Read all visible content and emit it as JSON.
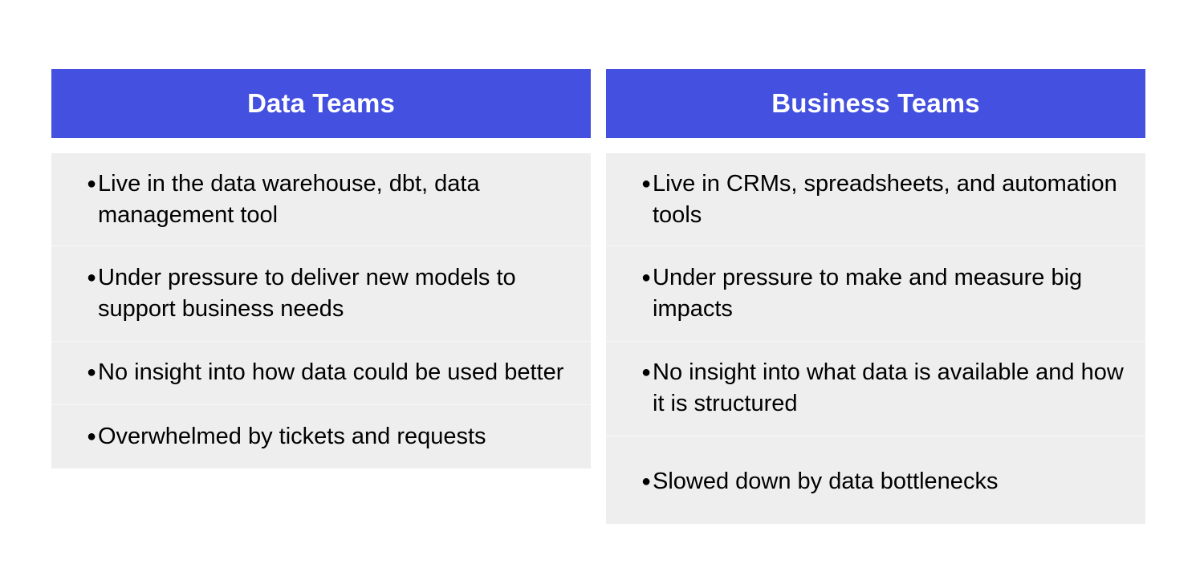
{
  "slide": {
    "background_color": "#ffffff",
    "bullet_glyph": "●"
  },
  "theme": {
    "header_background": "#4350e0",
    "header_text_color": "#ffffff",
    "body_background": "#eeeeee",
    "body_text_color": "#000000",
    "row_divider_color": "#f7f7f7"
  },
  "columns": [
    {
      "header": "Data Teams",
      "bullets": [
        "Live in the data warehouse, dbt, data management tool",
        "Under pressure to deliver new models to support business needs",
        "No insight into how data could be used better",
        "Overwhelmed by tickets and requests"
      ]
    },
    {
      "header": "Business Teams",
      "bullets": [
        "Live in CRMs, spreadsheets, and automation tools",
        "Under pressure to make and measure big impacts",
        "No insight into what data is available and how it is structured",
        "Slowed down by data bottlenecks"
      ]
    }
  ]
}
